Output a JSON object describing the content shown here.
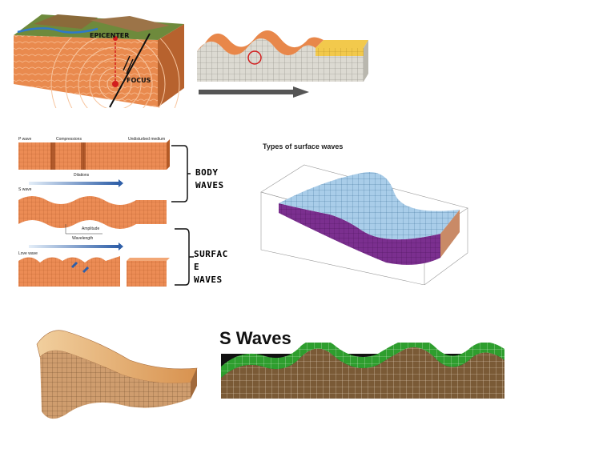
{
  "block_labels": {
    "epicenter": "EPICENTER",
    "focus": "FOCUS"
  },
  "panel": {
    "p_wave": "P wave",
    "compressions": "Compressions",
    "undisturbed": "Undisturbed medium",
    "dilations": "Dilations",
    "s_wave": "S wave",
    "amplitude": "Amplitude",
    "wavelength": "Wavelength",
    "love_wave": "Love wave"
  },
  "brackets": {
    "body": [
      "BODY",
      "WAVES"
    ],
    "surface": [
      "SURFAC",
      "E",
      "WAVES"
    ]
  },
  "surface_types_title": "Types of surface waves",
  "s_waves_title": "S Waves",
  "colors": {
    "orange": "#e8874a",
    "grid_gray": "#d8d6cf",
    "yellow": "#f2c94c",
    "blue_top": "#a9cde9",
    "purple": "#7b2f8f",
    "green": "#2e9e2e",
    "brown": "#7a5a36",
    "tan": "#e7b787"
  }
}
